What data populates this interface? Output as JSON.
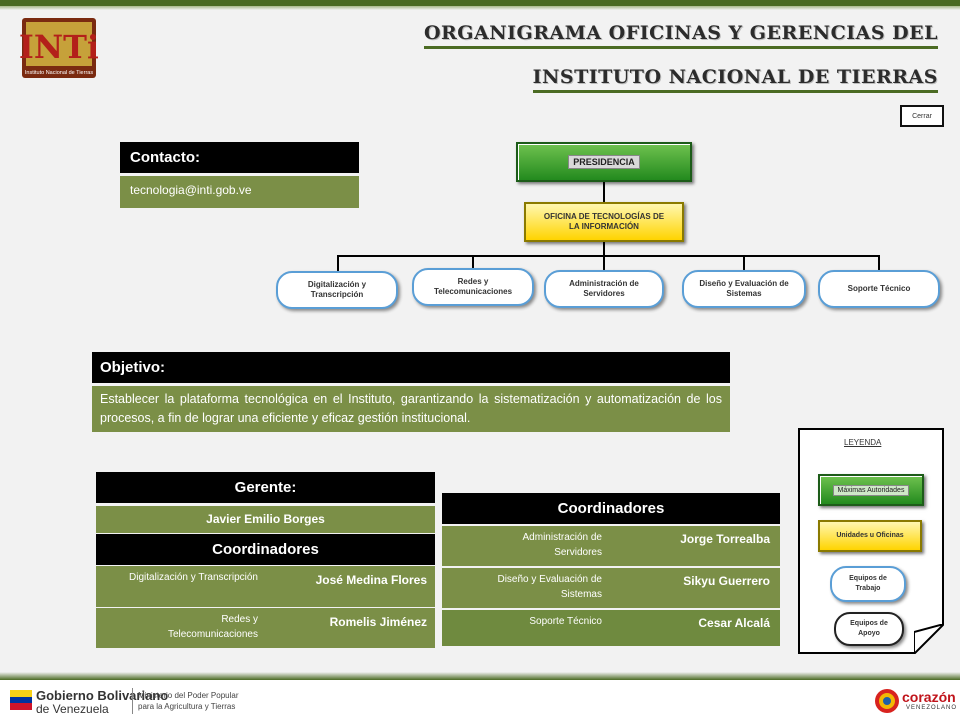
{
  "header": {
    "title_line1": "ORGANIGRAMA OFICINAS Y GERENCIAS DEL",
    "title_line2": "INSTITUTO NACIONAL DE TIERRAS",
    "logo_text": "INTi",
    "logo_subtext": "Instituto Nacional de Tierras",
    "close_label": "Cerrar"
  },
  "contact": {
    "heading": "Contacto:",
    "email": "tecnologia@inti.gob.ve"
  },
  "org_chart": {
    "top": "PRESIDENCIA",
    "office": "OFICINA DE TECNOLOGÍAS DE LA INFORMACIÓN",
    "units": [
      "Digitalización y Transcripción",
      "Redes y Telecomunicaciones",
      "Administración de Servidores",
      "Diseño y Evaluación de Sistemas",
      "Soporte Técnico"
    ]
  },
  "objective": {
    "heading": "Objetivo:",
    "text": "Establecer la plataforma  tecnológica en el Instituto, garantizando la sistematización y automatización de los procesos, a fin de lograr una eficiente y eficaz gestión institucional."
  },
  "manager": {
    "heading": "Gerente:",
    "name": "Javier Emilio Borges",
    "coord_heading": "Coordinadores",
    "coordinators": [
      {
        "area": "Digitalización y Transcripción",
        "name": "José Medina Flores"
      },
      {
        "area": "Redes y Telecomunicaciones",
        "name": "Romelis Jiménez"
      }
    ]
  },
  "coordinators_right": {
    "heading": "Coordinadores",
    "rows": [
      {
        "area": "Administración de Servidores",
        "name": "Jorge Torrealba"
      },
      {
        "area": "Diseño y Evaluación de Sistemas",
        "name": "Sikyu Guerrero"
      },
      {
        "area": "Soporte Técnico",
        "name": "Cesar Alcalá"
      }
    ]
  },
  "legend": {
    "title": "LEYENDA",
    "items": [
      "Máximas Autoridades",
      "Unidades u Oficinas",
      "Equipos de Trabajo",
      "Equipos de Apoyo"
    ]
  },
  "footer": {
    "gov_line1": "Gobierno Bolivariano",
    "gov_line2": "de Venezuela",
    "ministry_line1": "Ministerio del Poder Popular",
    "ministry_line2": "para la Agricultura y Tierras",
    "brand": "corazón",
    "brand_sub": "VENEZOLANO"
  },
  "colors": {
    "accent_green": "#7b8f47",
    "header_bar": "#4b6b23",
    "black": "#000000"
  }
}
